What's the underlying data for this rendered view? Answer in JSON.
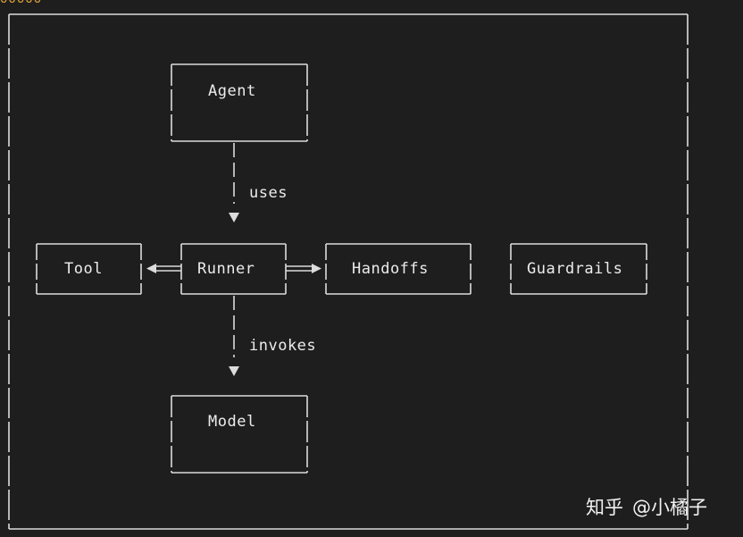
{
  "diagram": {
    "top_glyph": "ooooo",
    "nodes": {
      "agent": "Agent",
      "runner": "Runner",
      "tool": "Tool",
      "handoffs": "Handoffs",
      "guardrails": "Guardrails",
      "model": "Model"
    },
    "edges": {
      "agent_runner": "uses",
      "runner_model": "invokes"
    }
  },
  "watermark": {
    "brand": "知乎",
    "handle": "@小橘子"
  },
  "colors": {
    "background": "#1e1e1e",
    "line": "#dcdcdc",
    "text": "#ececec",
    "accent": "#d9a13a"
  }
}
